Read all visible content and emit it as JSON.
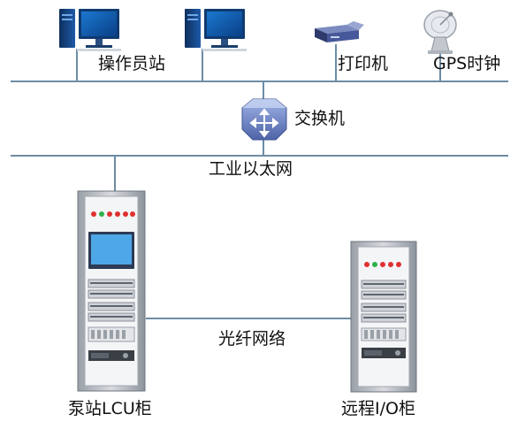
{
  "labels": {
    "operator_station": "操作员站",
    "printer": "打印机",
    "gps_clock": "GPS时钟",
    "switch": "交换机",
    "industrial_ethernet": "工业以太网",
    "pump_lcu": "泵站LCU柜",
    "fiber_network": "光纤网络",
    "remote_io": "远程I/O柜"
  },
  "colors": {
    "network_line": "#5b7f9a",
    "monitor_body": "#1d6fb8",
    "monitor_screen": "#3aa0ea",
    "cabinet_frame": "#8a8f96",
    "printer_body": "#4a5a8c",
    "switch_body": "#6f86c6"
  },
  "icons": {
    "workstation": "desktop-computer-icon",
    "printer": "printer-icon",
    "gps": "satellite-dish-icon",
    "switch": "network-switch-icon",
    "cabinet": "server-rack-icon"
  }
}
